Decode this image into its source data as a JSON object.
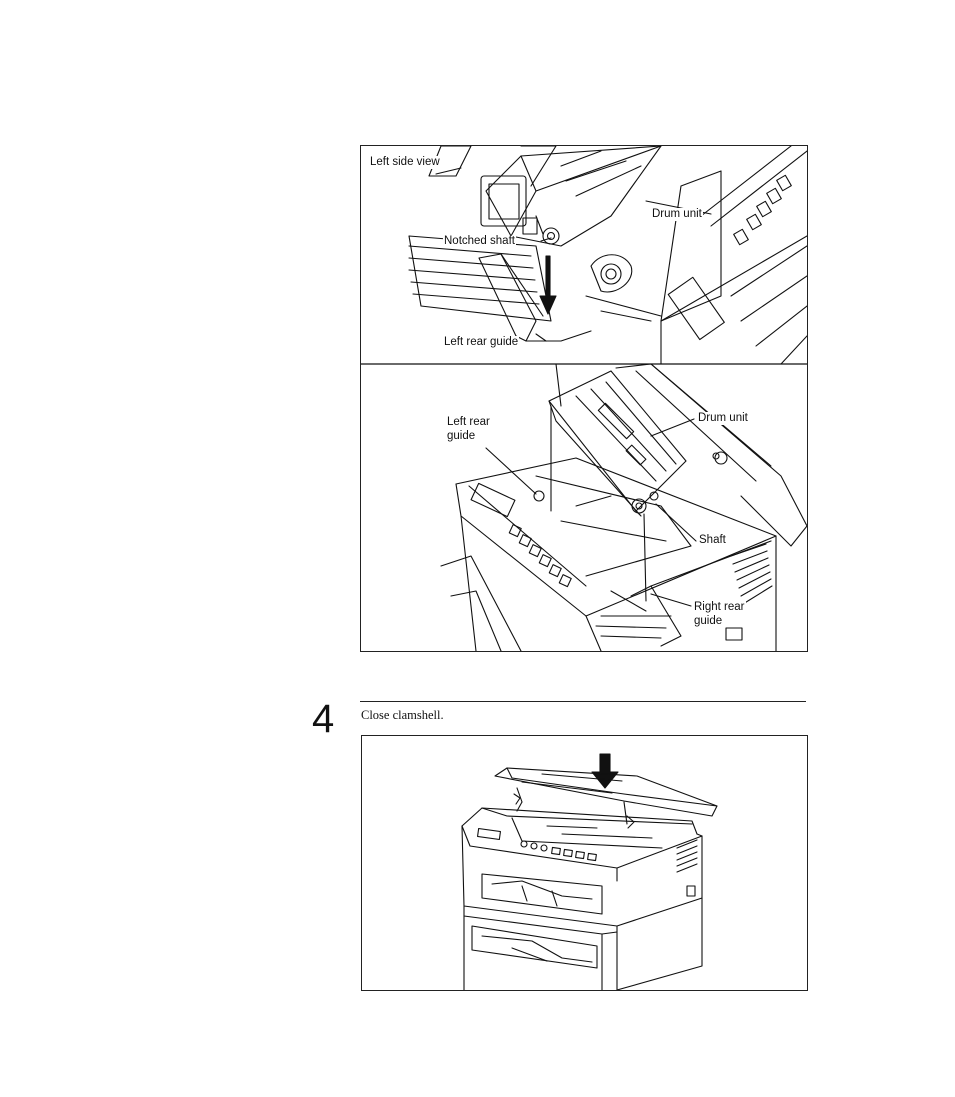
{
  "figure_top": {
    "labels": {
      "left_side_view": "Left side view",
      "drum_unit_upper": "Drum unit",
      "notched_shaft": "Notched shaft",
      "left_rear_guide_upper": "Left rear guide",
      "left_rear_lower_line1": "Left rear",
      "left_rear_lower_line2": "guide",
      "drum_unit_lower": "Drum unit",
      "shaft": "Shaft",
      "right_rear_line1": "Right rear",
      "right_rear_line2": "guide"
    }
  },
  "step": {
    "number": "4",
    "instruction": "Close clamshell."
  }
}
